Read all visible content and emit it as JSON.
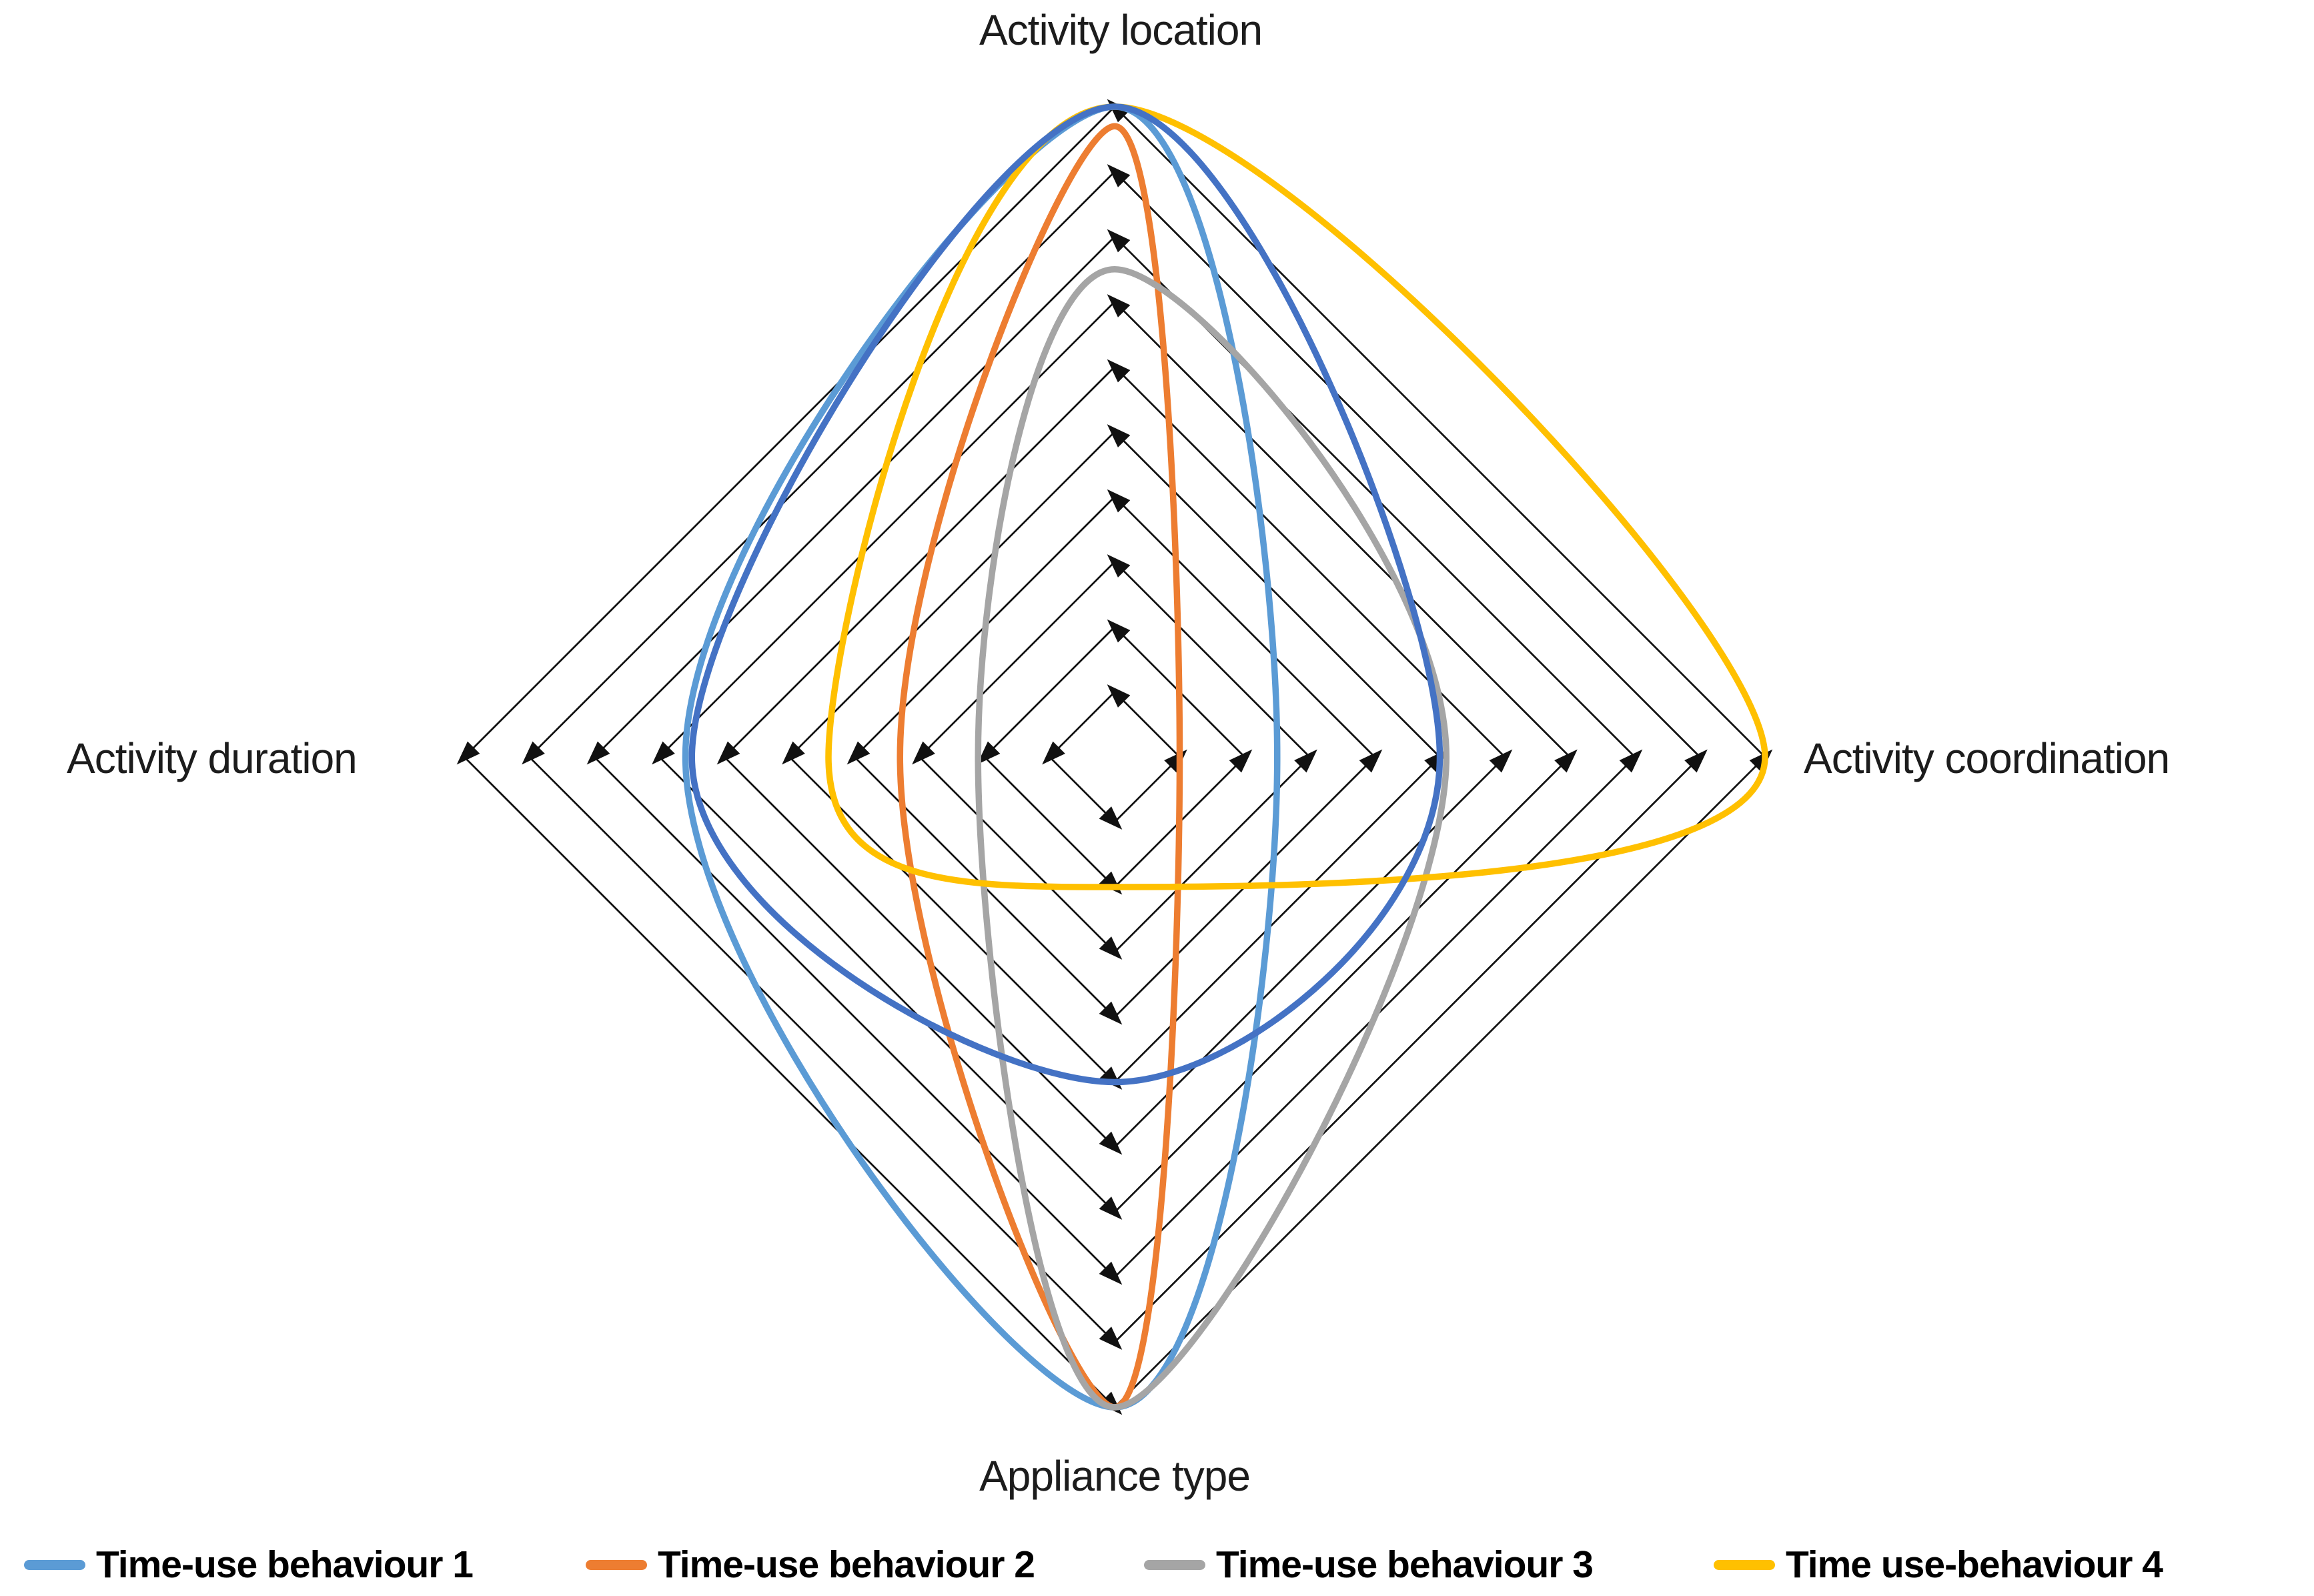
{
  "chart_data": {
    "type": "radar",
    "title": "",
    "axes": [
      {
        "label": "Activity location",
        "position": "top"
      },
      {
        "label": "Activity coordination",
        "position": "right"
      },
      {
        "label": "Appliance type",
        "position": "bottom"
      },
      {
        "label": "Activity duration",
        "position": "left"
      }
    ],
    "scale": {
      "rings": 10,
      "min": 0,
      "max": 10,
      "tick_labels_visible": false
    },
    "grid": {
      "shape": "concentric-diamonds",
      "color": "#111111",
      "arrowheads_at_ring_corners": true
    },
    "series": [
      {
        "name": "Time-use behaviour 1",
        "color": "#5B9BD5",
        "in_legend": true,
        "values": [
          10,
          2.5,
          10,
          6.6
        ]
      },
      {
        "name": "Time-use behaviour 2",
        "color": "#ED7D31",
        "in_legend": true,
        "values": [
          9.7,
          1,
          10,
          3.3
        ]
      },
      {
        "name": "Time-use behaviour 3",
        "color": "#A5A5A5",
        "in_legend": true,
        "values": [
          7.5,
          5.1,
          10,
          2.1
        ]
      },
      {
        "name": "Time use-behaviour 4",
        "color": "#FFC000",
        "in_legend": true,
        "values": [
          10,
          10,
          2,
          4.4
        ]
      },
      {
        "name": "",
        "color": "#4472C4",
        "in_legend": false,
        "values": [
          10,
          5,
          5,
          6.5
        ]
      }
    ],
    "legend_position": "bottom"
  }
}
